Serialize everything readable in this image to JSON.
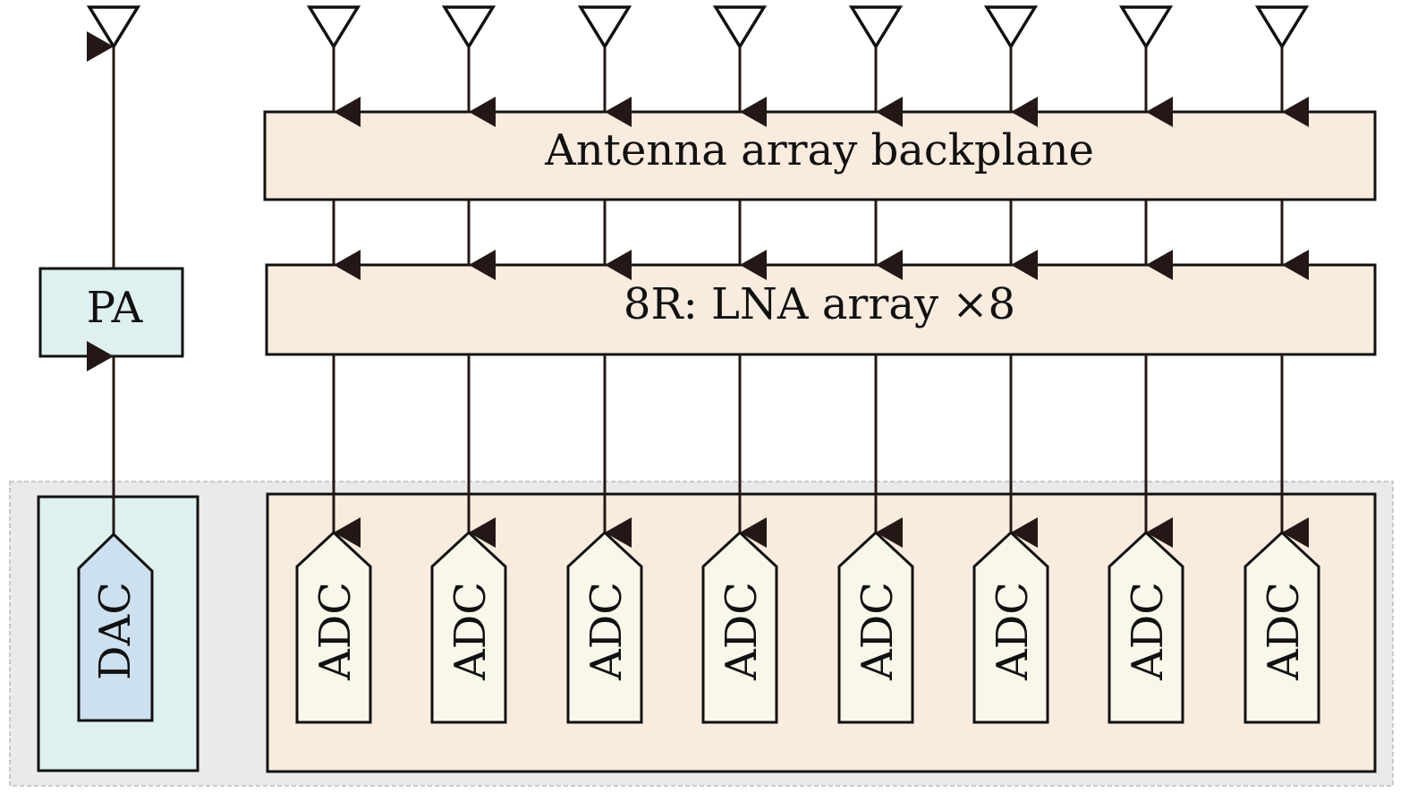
{
  "diagram": {
    "title": "8-receive / 1-transmit RF front-end block diagram",
    "colors": {
      "line": "#231815",
      "backplane_fill": "#faebdf",
      "lna_fill": "#faebdf",
      "adc_group_fill": "#faebdf",
      "adc_tag_fill": "#f8f7ea",
      "pa_fill": "#dff0f0",
      "dac_group_fill": "#dff0f0",
      "dac_tag_fill": "#cde0f0",
      "digital_region_fill": "#eaeaea",
      "digital_region_border": "#bbbbbb"
    },
    "transmit_chain": {
      "antenna": "tx-antenna",
      "pa_label": "PA",
      "dac_label": "DAC"
    },
    "receive_chain": {
      "antenna_count": 8,
      "backplane_label": "Antenna array backplane",
      "lna_label": "8R: LNA array ×8",
      "adc_labels": [
        "ADC",
        "ADC",
        "ADC",
        "ADC",
        "ADC",
        "ADC",
        "ADC",
        "ADC"
      ]
    }
  }
}
